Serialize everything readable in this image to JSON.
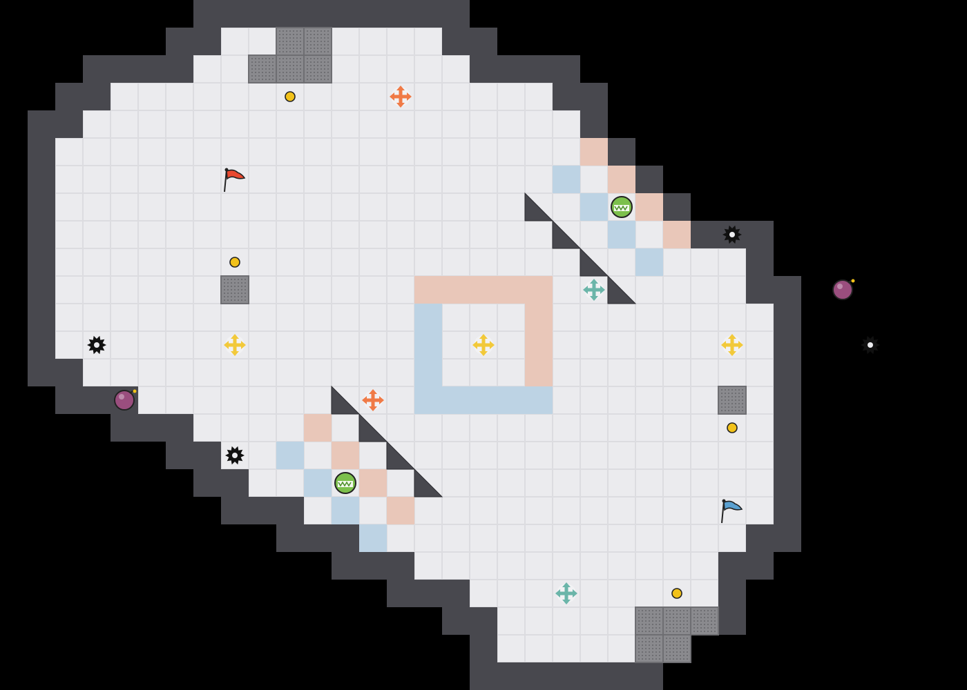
{
  "game": {
    "grid_cols": 28,
    "grid_rows": 23,
    "colors": {
      "background": "#000000",
      "wall": "#48484e",
      "wall_edge": "#2c2c31",
      "floor": "#ebebee",
      "floor_line": "#dcdce0",
      "red_zone": "#e9c7b9",
      "blue_zone": "#bdd3e4",
      "grate": "#8a8a8e",
      "red_team": "#e8482f",
      "blue_team": "#5aa0d0",
      "coin": "#f2c21a",
      "arrows_orange": "#f07a46",
      "arrows_teal": "#6bb5a9",
      "arrows_yellow": "#f2c93a",
      "jump_pad": "#7cc04c",
      "bomb": "#9a4e7e"
    },
    "walkable_rows": [
      [
        8,
        15
      ],
      [
        7,
        16
      ],
      [
        4,
        19
      ],
      [
        3,
        20
      ],
      [
        2,
        20
      ],
      [
        2,
        21
      ],
      [
        2,
        22
      ],
      [
        2,
        23
      ],
      [
        2,
        26
      ],
      [
        2,
        26
      ],
      [
        2,
        27
      ],
      [
        2,
        27
      ],
      [
        3,
        27
      ],
      [
        5,
        27
      ],
      [
        7,
        27
      ],
      [
        8,
        27
      ],
      [
        9,
        27
      ],
      [
        11,
        27
      ],
      [
        13,
        26
      ],
      [
        15,
        25
      ],
      [
        17,
        25
      ],
      [
        18,
        23
      ],
      [
        18,
        22
      ]
    ],
    "red_zone_tiles": [
      [
        21,
        4
      ],
      [
        22,
        5
      ],
      [
        23,
        6
      ],
      [
        24,
        7
      ],
      [
        15,
        9
      ],
      [
        16,
        9
      ],
      [
        17,
        9
      ],
      [
        18,
        9
      ],
      [
        19,
        9
      ],
      [
        19,
        10
      ],
      [
        19,
        11
      ],
      [
        19,
        12
      ],
      [
        11,
        14
      ],
      [
        12,
        15
      ],
      [
        13,
        16
      ],
      [
        14,
        17
      ]
    ],
    "blue_zone_tiles": [
      [
        20,
        5
      ],
      [
        21,
        6
      ],
      [
        22,
        7
      ],
      [
        23,
        8
      ],
      [
        15,
        10
      ],
      [
        15,
        11
      ],
      [
        15,
        12
      ],
      [
        15,
        13
      ],
      [
        16,
        13
      ],
      [
        17,
        13
      ],
      [
        18,
        13
      ],
      [
        19,
        13
      ],
      [
        10,
        15
      ],
      [
        11,
        16
      ],
      [
        12,
        17
      ],
      [
        13,
        18
      ]
    ],
    "grate_tiles": [
      [
        10,
        0
      ],
      [
        11,
        0
      ],
      [
        9,
        1
      ],
      [
        10,
        1
      ],
      [
        11,
        1
      ],
      [
        8,
        9
      ],
      [
        26,
        13
      ],
      [
        23,
        21
      ],
      [
        24,
        21
      ],
      [
        25,
        21
      ],
      [
        23,
        22
      ],
      [
        24,
        22
      ]
    ],
    "ramp_tiles": [
      [
        19,
        6
      ],
      [
        20,
        7
      ],
      [
        21,
        8
      ],
      [
        22,
        9
      ],
      [
        12,
        13
      ],
      [
        13,
        14
      ],
      [
        14,
        15
      ],
      [
        15,
        16
      ]
    ],
    "entities": [
      {
        "type": "flag",
        "team": "red",
        "col": 8,
        "row": 5
      },
      {
        "type": "flag",
        "team": "blue",
        "col": 26,
        "row": 17
      },
      {
        "type": "jump-pad",
        "col": 22,
        "row": 6
      },
      {
        "type": "jump-pad",
        "col": 12,
        "row": 16
      },
      {
        "type": "bomb",
        "col": 30,
        "row": 9
      },
      {
        "type": "bomb",
        "col": 4,
        "row": 13
      },
      {
        "type": "spike",
        "col": 26,
        "row": 7
      },
      {
        "type": "spike",
        "col": 3,
        "row": 11
      },
      {
        "type": "spike",
        "col": 31,
        "row": 11
      },
      {
        "type": "spike",
        "col": 8,
        "row": 15
      },
      {
        "type": "arrows",
        "color": "orange",
        "col": 14,
        "row": 2
      },
      {
        "type": "arrows",
        "color": "orange",
        "col": 13,
        "row": 13
      },
      {
        "type": "arrows",
        "color": "teal",
        "col": 21,
        "row": 9
      },
      {
        "type": "arrows",
        "color": "teal",
        "col": 20,
        "row": 20
      },
      {
        "type": "arrows",
        "color": "yellow",
        "col": 8,
        "row": 11
      },
      {
        "type": "arrows",
        "color": "yellow",
        "col": 17,
        "row": 11
      },
      {
        "type": "arrows",
        "color": "yellow",
        "col": 26,
        "row": 11
      },
      {
        "type": "coin",
        "col": 10,
        "row": 2
      },
      {
        "type": "coin",
        "col": 8,
        "row": 8
      },
      {
        "type": "coin",
        "col": 26,
        "row": 14
      },
      {
        "type": "coin",
        "col": 24,
        "row": 20
      }
    ]
  }
}
